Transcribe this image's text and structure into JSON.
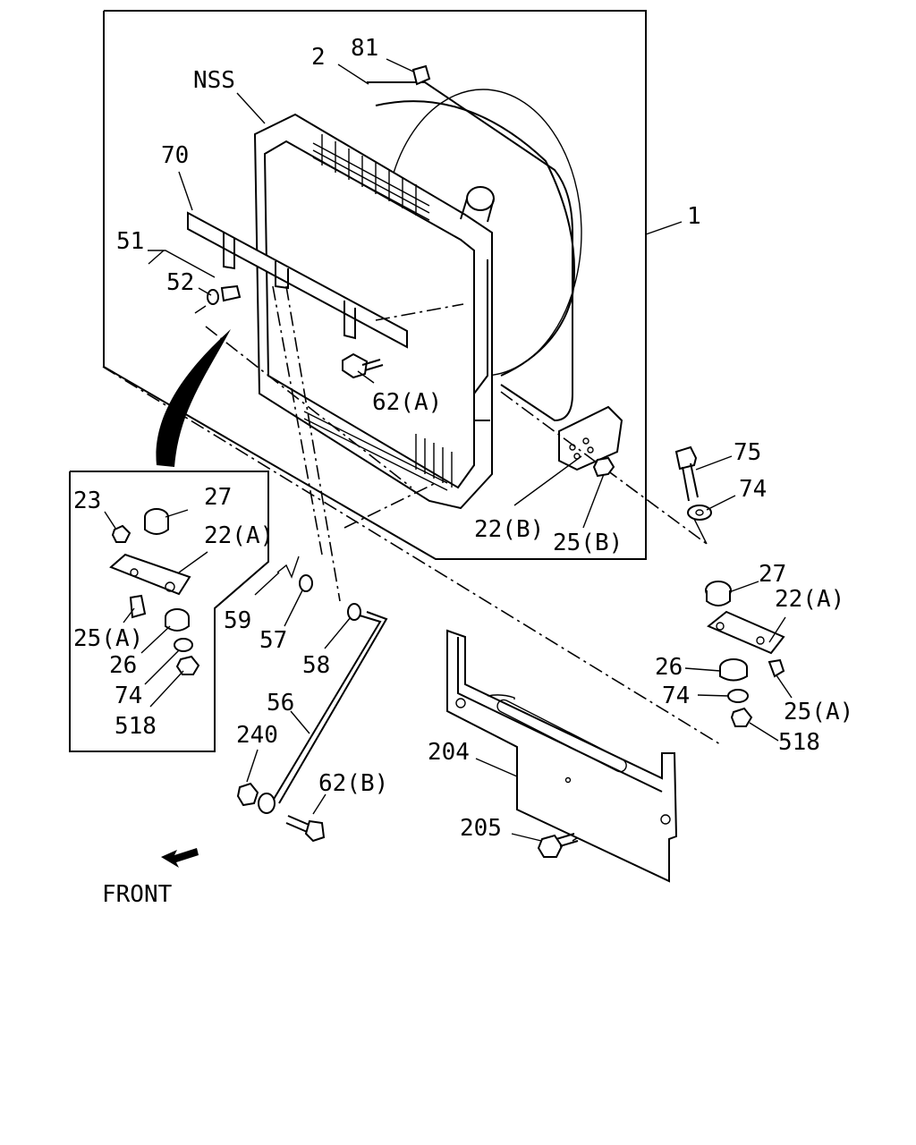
{
  "callouts": {
    "c81": "81",
    "c2": "2",
    "nss": "NSS",
    "c70": "70",
    "c1": "1",
    "c51": "51",
    "c52": "52",
    "c62a": "62(A)",
    "c23": "23",
    "c27_inset": "27",
    "c22a_inset": "22(A)",
    "c25a_inset": "25(A)",
    "c26_inset": "26",
    "c74_inset": "74",
    "c518_inset": "518",
    "c22b": "22(B)",
    "c25b": "25(B)",
    "c75": "75",
    "c74_right": "74",
    "c27_right": "27",
    "c22a_right": "22(A)",
    "c26_right": "26",
    "c74_lower": "74",
    "c25a_right": "25(A)",
    "c518_right": "518",
    "c59": "59",
    "c57": "57",
    "c58": "58",
    "c56": "56",
    "c240": "240",
    "c62b": "62(B)",
    "c204": "204",
    "c205": "205"
  },
  "direction": {
    "front_label": "FRONT",
    "arrow_icon": "front-arrow-icon"
  }
}
